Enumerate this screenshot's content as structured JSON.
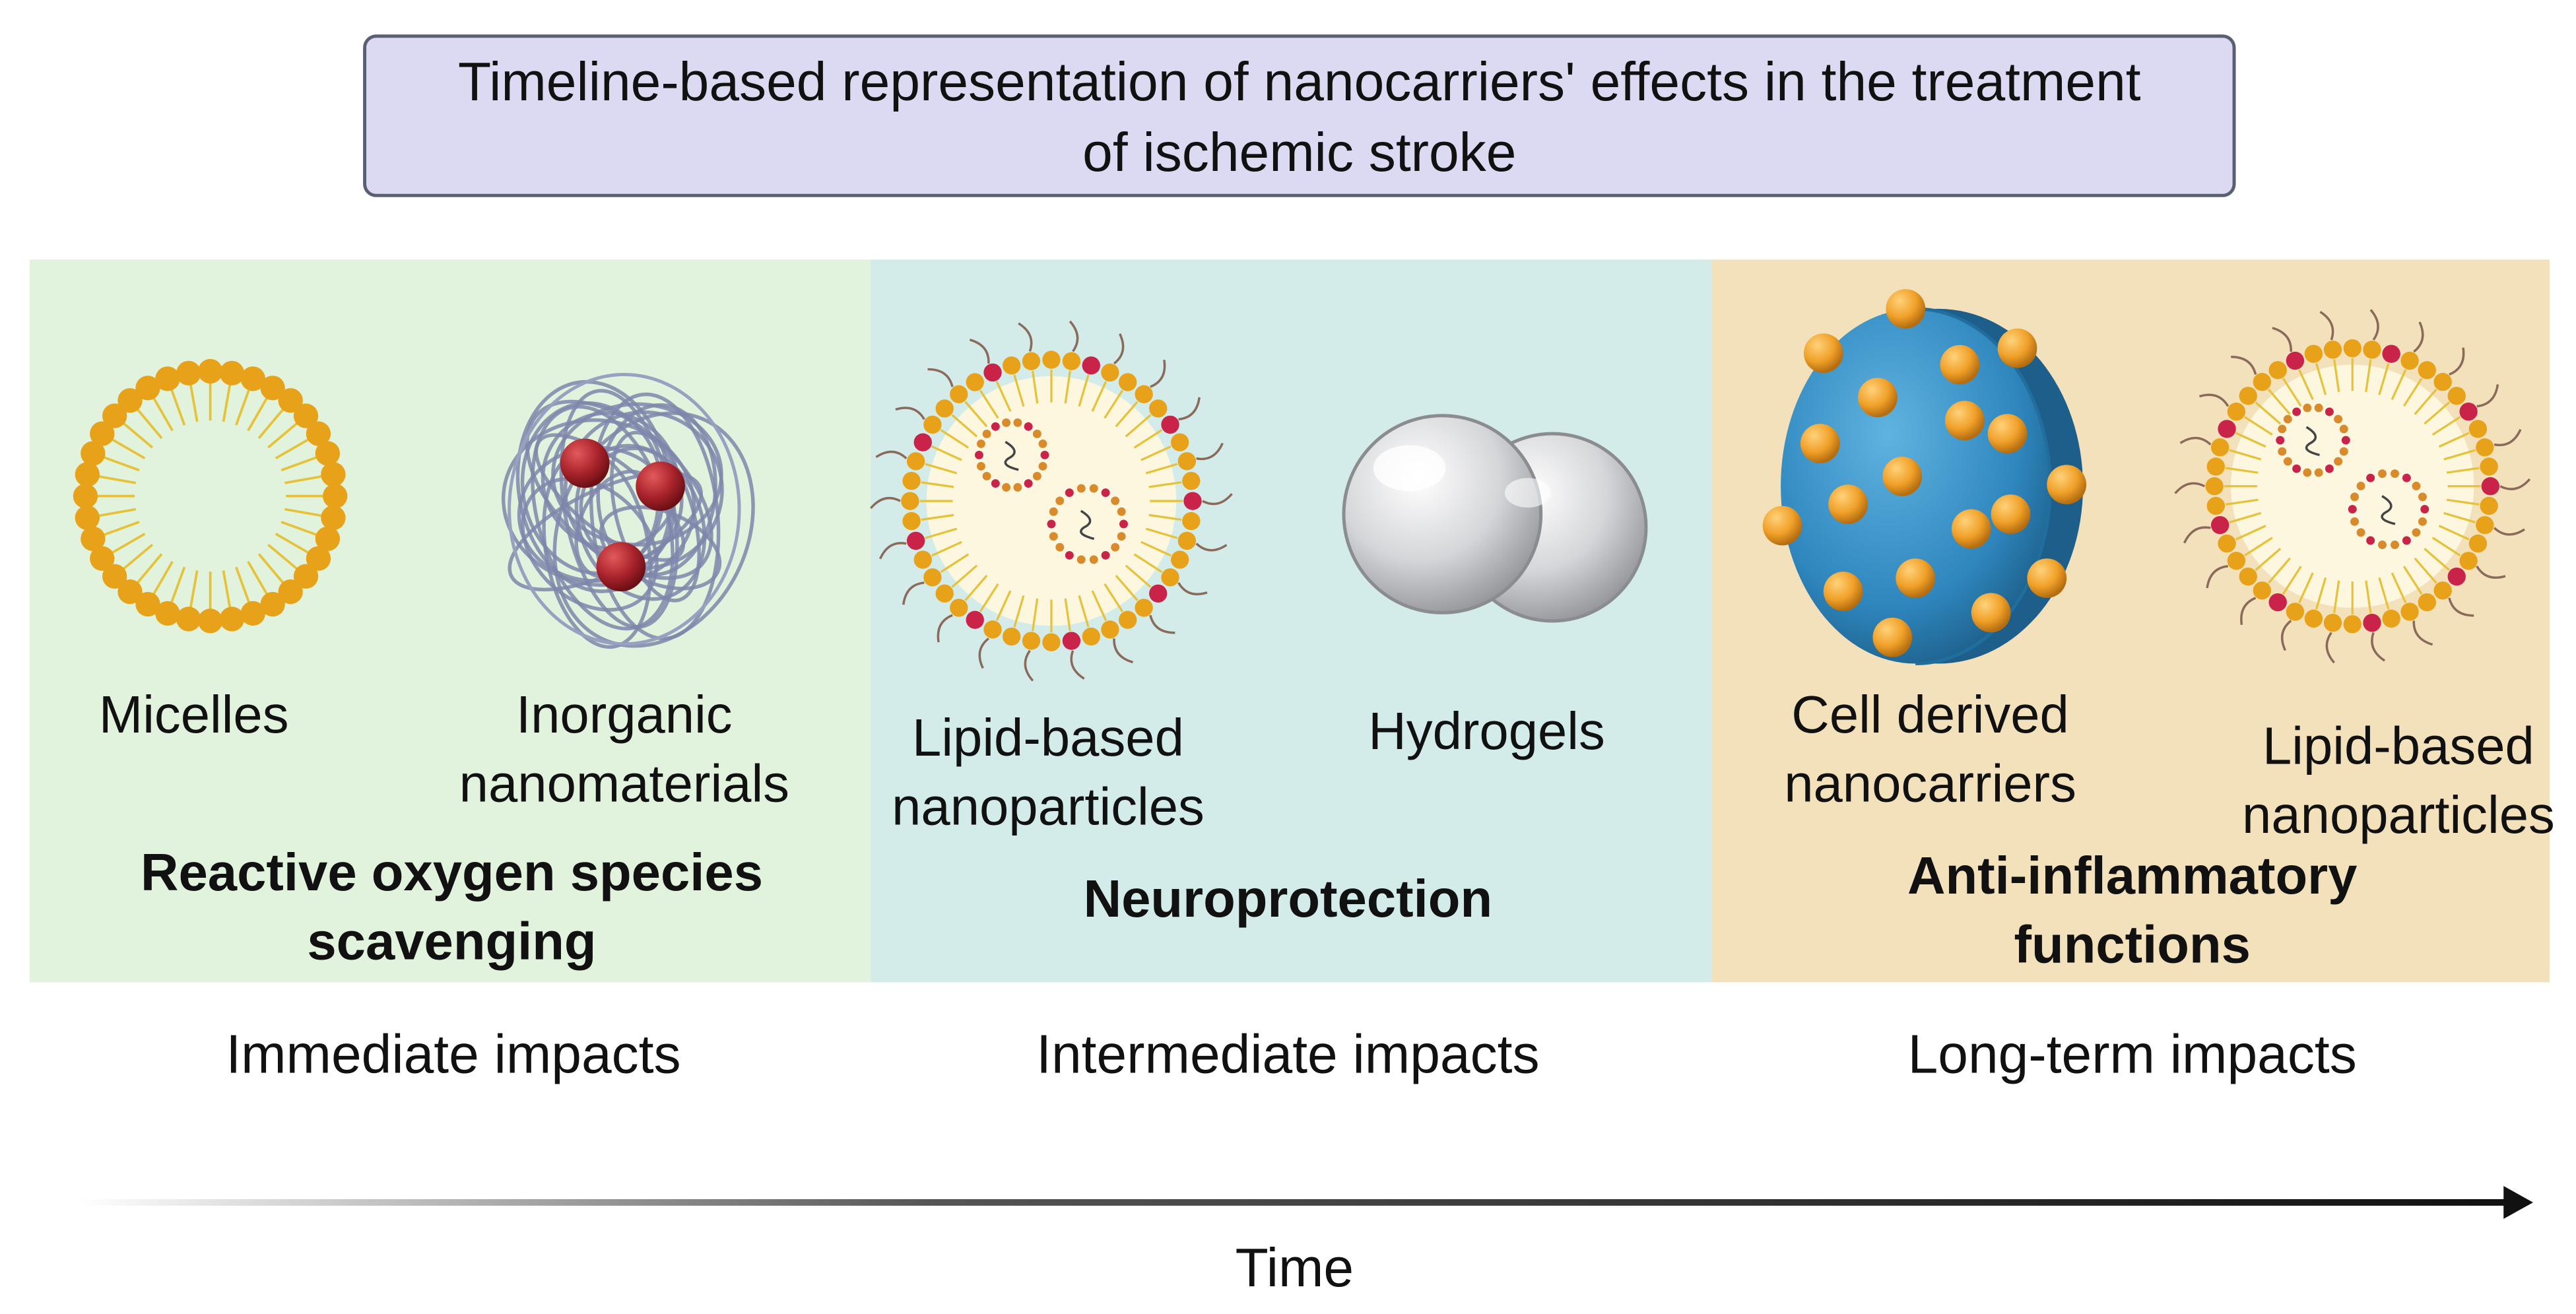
{
  "title": {
    "line1": "Timeline-based representation of nanocarriers' effects in the treatment",
    "line2": "of ischemic stroke"
  },
  "panels": [
    {
      "color": "#e2f3dd",
      "items": [
        {
          "label": [
            "Micelles"
          ]
        },
        {
          "label": [
            "Inorganic",
            "nanomaterials"
          ]
        }
      ],
      "function": [
        "Reactive oxygen species",
        "scavenging"
      ],
      "impact": "Immediate impacts"
    },
    {
      "color": "#d3ecea",
      "items": [
        {
          "label": [
            "Lipid-based",
            "nanoparticles"
          ]
        },
        {
          "label": [
            "Hydrogels"
          ]
        }
      ],
      "function": [
        "Neuroprotection"
      ],
      "impact": "Intermediate impacts"
    },
    {
      "color": "#f2e1ba",
      "items": [
        {
          "label": [
            "Cell derived",
            "nanocarriers"
          ]
        },
        {
          "label": [
            "Lipid-based",
            "nanoparticles"
          ]
        }
      ],
      "function": [
        "Anti-inflammatory",
        "functions"
      ],
      "impact": "Long-term impacts"
    }
  ],
  "axis": {
    "label": "Time"
  },
  "colors": {
    "title_bg": "#dcdaf2",
    "lipid_head": "#e8a21a",
    "lipid_tail": "#e6c23a",
    "iron_particle": "#a8232b",
    "vesicle_blue": "#2e86bd"
  }
}
